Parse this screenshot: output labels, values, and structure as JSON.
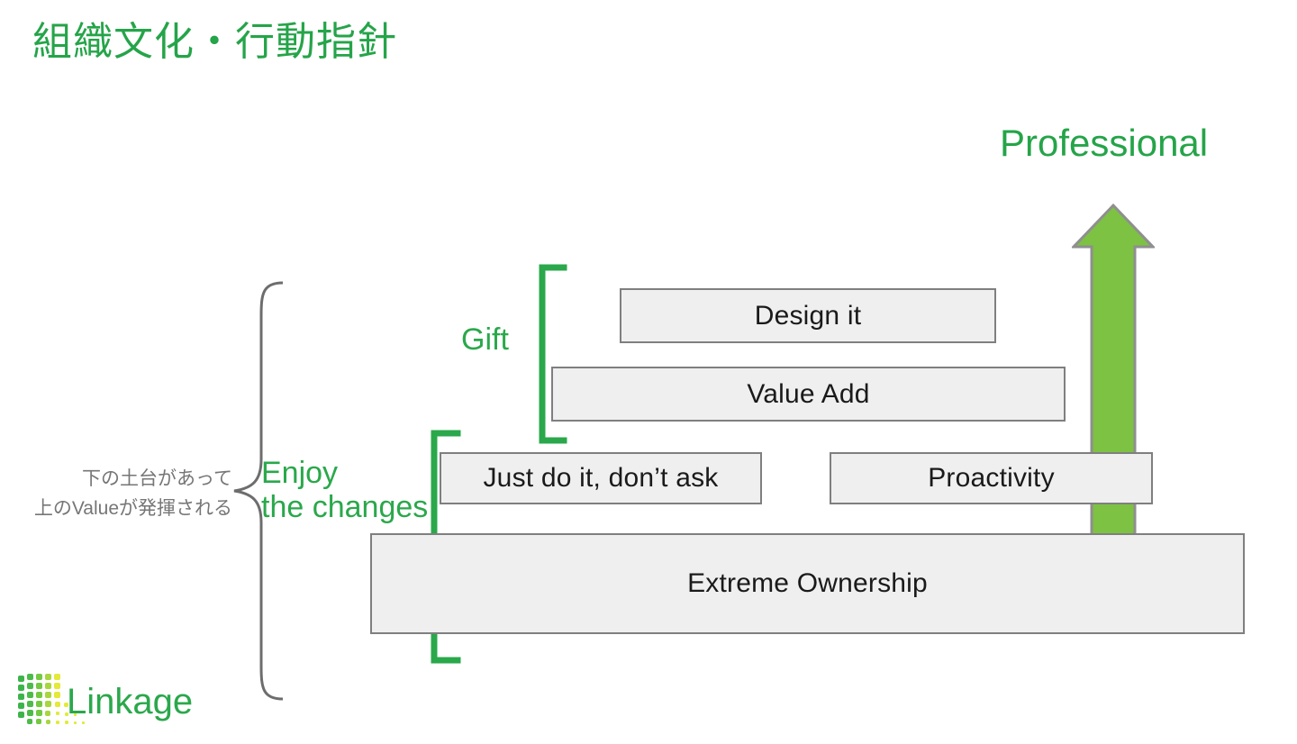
{
  "slide": {
    "title": "組織文化・行動指針",
    "background": "#ffffff",
    "brand_green": "#25a449",
    "arrow_green": "#7dc242",
    "box_fill": "#efefef",
    "box_border": "#7f7f7f",
    "note_gray": "#767676"
  },
  "direction": {
    "top_label": "Professional",
    "arrow_icon": "up-arrow-icon"
  },
  "groups": [
    {
      "key": "gift",
      "label": "Gift",
      "bracket_icon": "left-square-bracket-icon"
    },
    {
      "key": "enjoy",
      "label": "Enjoy\nthe changes",
      "label_line1": "Enjoy",
      "label_line2": "the changes",
      "bracket_icon": "left-square-bracket-icon"
    }
  ],
  "values": [
    {
      "key": "design-it",
      "label": "Design it"
    },
    {
      "key": "value-add",
      "label": "Value Add"
    },
    {
      "key": "just-do-it",
      "label": "Just do it, don’t ask"
    },
    {
      "key": "proactivity",
      "label": "Proactivity"
    },
    {
      "key": "extreme-ownership",
      "label": "Extreme Ownership"
    }
  ],
  "foundation": {
    "brace_icon": "left-curly-brace-icon",
    "note_line1": "下の土台があって",
    "note_line2": "上のValueが発揮される"
  },
  "logo": {
    "wordmark": "Linkage",
    "mark_icon": "dot-matrix-icon",
    "wordmark_color": "#2aa84b",
    "dot_colors": [
      "#3cb44a",
      "#6fc64a",
      "#a8d63f",
      "#d8e43a",
      "#f2ec3c"
    ]
  }
}
